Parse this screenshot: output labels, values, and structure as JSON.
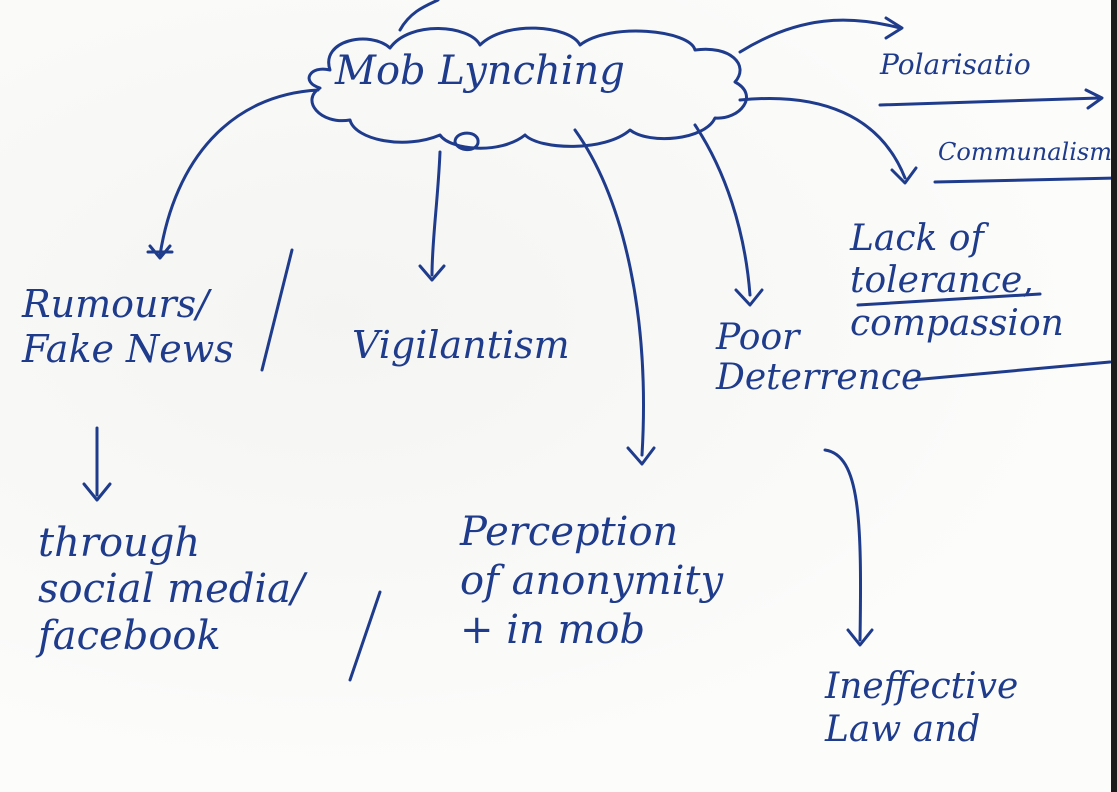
{
  "diagram": {
    "central": "Mob Lynching",
    "nodes": {
      "polarisation": "Polarisatio",
      "communalism": "Communalism",
      "lack_of_tolerance": "Lack of\ntolerance,\ncompassion",
      "rumours": "Rumours/\nFake News",
      "social_media": "through\nsocial media/\nfacebook",
      "vigilantism": "Vigilantism",
      "poor_deterrence": "Poor\nDeterrence",
      "perception": "Perception\nof anonymity\n+ in mob",
      "ineffective": "Ineffective\nLaw and"
    }
  },
  "colors": {
    "ink": "#1f3c8c",
    "paper": "#fcfcfb",
    "edge": "#1b1b1b"
  }
}
